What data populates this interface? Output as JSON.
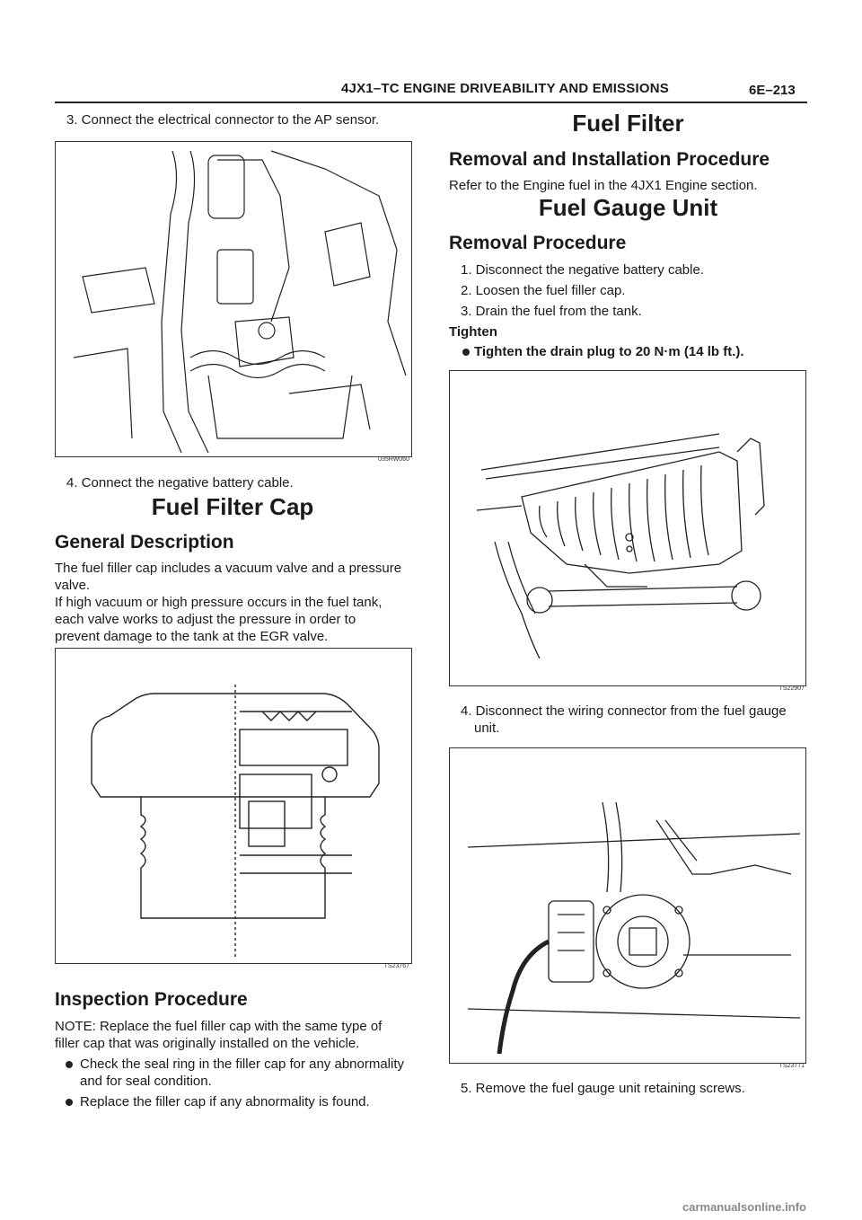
{
  "header": {
    "title": "4JX1–TC ENGINE DRIVEABILITY AND EMISSIONS",
    "page_number": "6E–213"
  },
  "left": {
    "step3": "3. Connect the electrical connector to the AP sensor.",
    "fig1_id": "035RW060",
    "step4": "4. Connect the negative battery cable.",
    "section_title": "Fuel Filter Cap",
    "general_title": "General Description",
    "general_p1_l1": "The fuel filler cap includes a vacuum valve and a pressure",
    "general_p1_l2": "valve.",
    "general_p2_l1": "If high vacuum or high pressure occurs in the fuel tank,",
    "general_p2_l2": "each valve works to adjust the pressure in order to",
    "general_p2_l3": "prevent damage to the tank at the EGR valve.",
    "fig2_id": "TS23767",
    "inspection_title": "Inspection Procedure",
    "note_l1": "NOTE: Replace the fuel filler cap with the same type of",
    "note_l2": "filler cap that was originally installed on the vehicle.",
    "bullet1_l1": "Check the seal ring in the filler cap for any abnormality",
    "bullet1_l2": "and for seal condition.",
    "bullet2": "Replace the filler cap if any abnormality is found."
  },
  "right": {
    "fuel_filter_title": "Fuel Filter",
    "removal_install_title": "Removal and Installation Procedure",
    "refer_text": "Refer to the Engine fuel in the 4JX1 Engine section.",
    "gauge_title": "Fuel Gauge Unit",
    "removal_title": "Removal Procedure",
    "steps": [
      "1. Disconnect the negative battery cable.",
      "2. Loosen the fuel filler cap.",
      "3. Drain the fuel from the tank."
    ],
    "tighten_label": "Tighten",
    "tighten_text": "Tighten the drain plug to 20 N·m (14 lb ft.).",
    "fig3_id": "TS22907",
    "step4_l1": "4. Disconnect the wiring connector from the fuel gauge",
    "step4_l2": "unit.",
    "fig4_id": "TS23771",
    "step5": "5. Remove the fuel gauge unit retaining screws."
  },
  "footer": "carmanualsonline.info"
}
